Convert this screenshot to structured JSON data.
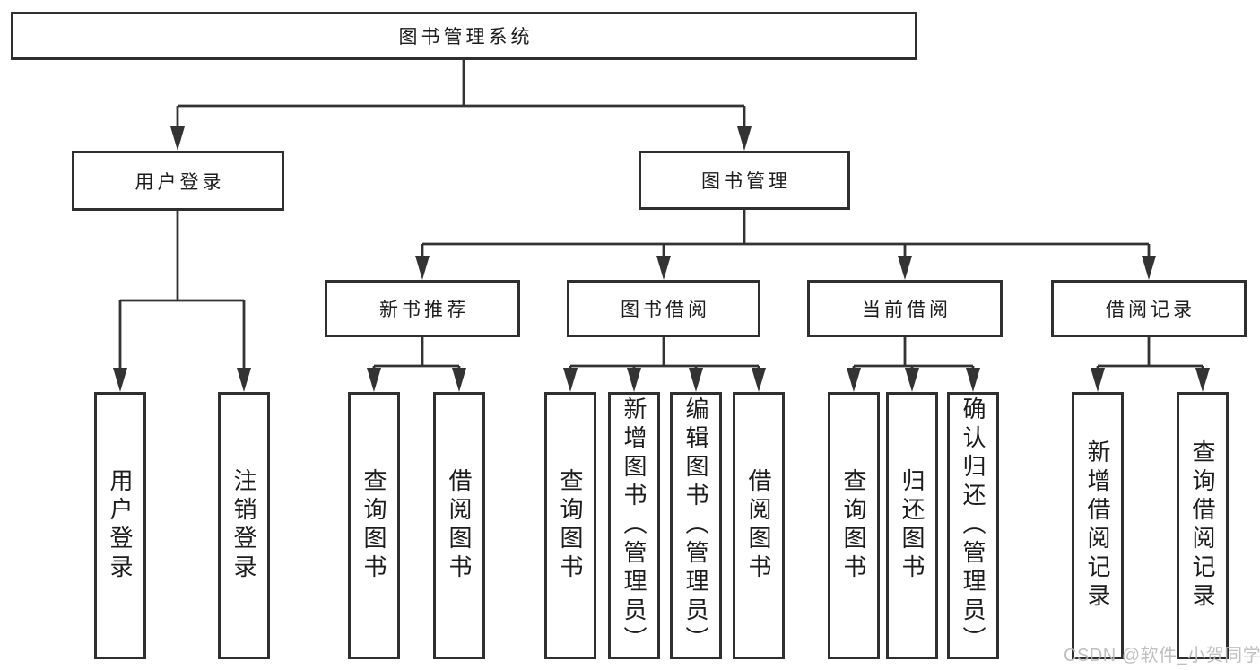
{
  "root": {
    "label": "图书管理系统"
  },
  "l2": [
    {
      "label": "用户登录"
    },
    {
      "label": "图书管理"
    }
  ],
  "l3": [
    {
      "label": "新书推荐"
    },
    {
      "label": "图书借阅"
    },
    {
      "label": "当前借阅"
    },
    {
      "label": "借阅记录"
    }
  ],
  "leaves": [
    {
      "label": "用户登录"
    },
    {
      "label": "注销登录"
    },
    {
      "label": "查询图书"
    },
    {
      "label": "借阅图书"
    },
    {
      "label": "查询图书"
    },
    {
      "label": "新增图书（管理员）"
    },
    {
      "label": "编辑图书（管理员）"
    },
    {
      "label": "借阅图书"
    },
    {
      "label": "查询图书"
    },
    {
      "label": "归还图书"
    },
    {
      "label": "确认归还（管理员）"
    },
    {
      "label": "新增借阅记录"
    },
    {
      "label": "查询借阅记录"
    }
  ],
  "watermark": {
    "text": "CSDN @软件_小贺同学"
  },
  "colors": {
    "line": "#333333",
    "border": "#2f2f2f",
    "text": "#1c1c1c",
    "watermark": "#bababa"
  }
}
